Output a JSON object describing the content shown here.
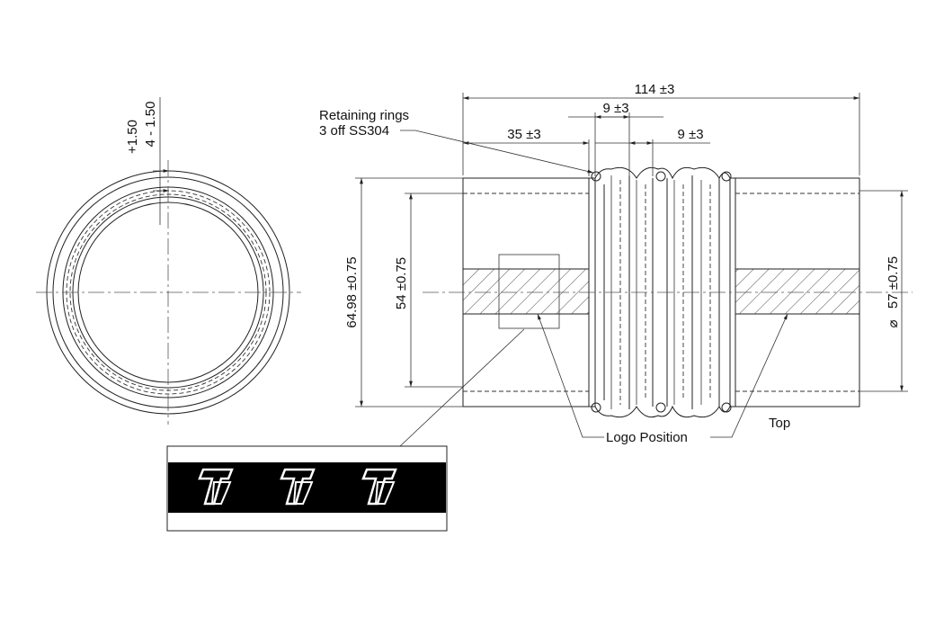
{
  "dimensions": {
    "overall_length": "114 ±3",
    "convolution_pitch_1": "9 ±3",
    "convolution_pitch_2": "9 ±3",
    "cuff_length": "35 ±3",
    "outer_diameter": "64.98 ±0.75",
    "inner_diameter": "54 ±0.75",
    "bore_diameter": "57 ±0.75",
    "wall_tol_plus": "+1.50",
    "wall_tol_minus": "4 - 1.50"
  },
  "notes": {
    "retaining_rings_line1": "Retaining rings",
    "retaining_rings_line2": "3 off SS304",
    "logo_position": "Logo Position",
    "top": "Top"
  },
  "logo_band": {
    "band_color": "#000000",
    "logo_count": 3,
    "logo_icon": "tt-logo-icon"
  }
}
